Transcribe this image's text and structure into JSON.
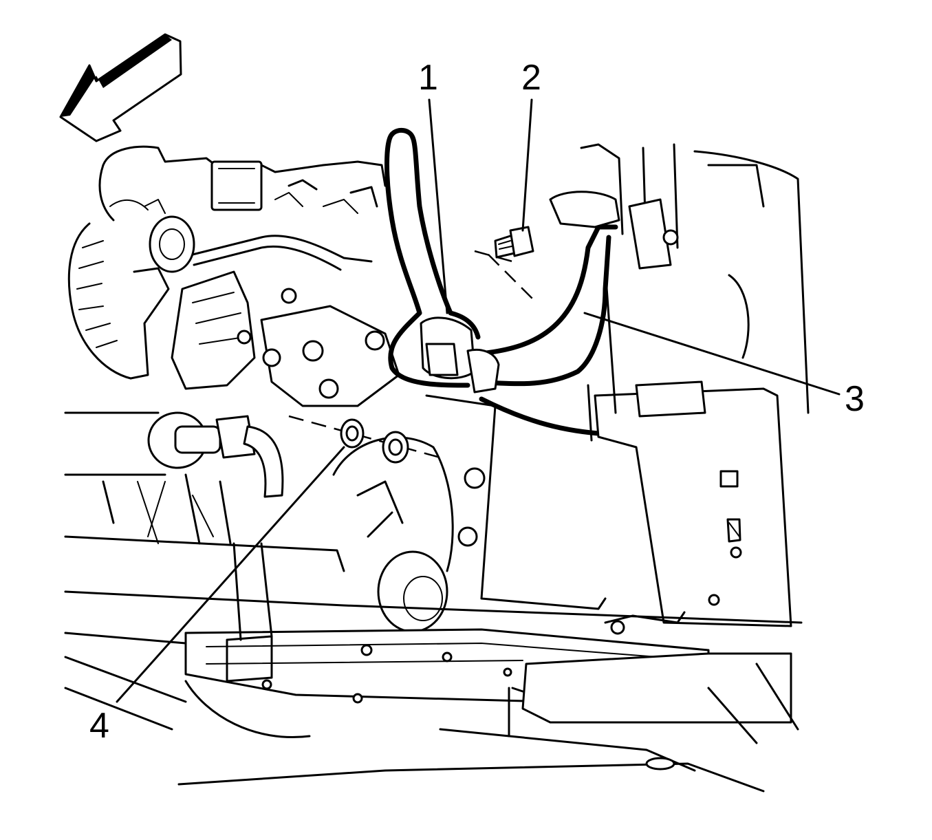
{
  "diagram": {
    "callouts": [
      {
        "id": "1",
        "label": "1"
      },
      {
        "id": "2",
        "label": "2"
      },
      {
        "id": "3",
        "label": "3"
      },
      {
        "id": "4",
        "label": "4"
      }
    ],
    "icons": {
      "direction_arrow": "front-direction-arrow-icon"
    },
    "colors": {
      "line": "#000000",
      "background": "#ffffff"
    }
  }
}
